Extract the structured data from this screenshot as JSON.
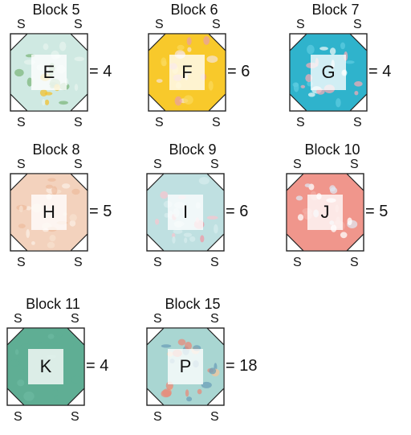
{
  "blocks": [
    {
      "title": "Block 5",
      "label": "E",
      "count": "= 4",
      "corner": "S",
      "colors": [
        "#cfe9e2",
        "#e6f3ee",
        "#f1c232",
        "#7fb77e"
      ]
    },
    {
      "title": "Block 6",
      "label": "F",
      "count": "= 6",
      "corner": "S",
      "colors": [
        "#f8c92b",
        "#fbd85a",
        "#e9a0a0",
        "#f5e2d0"
      ]
    },
    {
      "title": "Block 7",
      "label": "G",
      "count": "= 4",
      "corner": "S",
      "colors": [
        "#2fb3cc",
        "#5ccbe0",
        "#f1a9b5",
        "#e9f6f7"
      ]
    },
    {
      "title": "Block 8",
      "label": "H",
      "count": "= 5",
      "corner": "S",
      "colors": [
        "#f3d2bd",
        "#f7e0cf",
        "#eebc9f",
        "#fbeee4"
      ]
    },
    {
      "title": "Block 9",
      "label": "I",
      "count": "= 6",
      "corner": "S",
      "colors": [
        "#bfe0e1",
        "#d5ecec",
        "#ef9aa6",
        "#f6c7cf"
      ]
    },
    {
      "title": "Block 10",
      "label": "J",
      "count": "= 5",
      "corner": "S",
      "colors": [
        "#f0968c",
        "#f4aca4",
        "#ffffff",
        "#e0e5f0"
      ]
    },
    {
      "title": "Block 11",
      "label": "K",
      "count": "= 4",
      "corner": "S",
      "colors": [
        "#5fae94",
        "#6bb8a0",
        "#5fae94",
        "#5fae94"
      ]
    },
    {
      "title": "Block 15",
      "label": "P",
      "count": "= 18",
      "corner": "S",
      "colors": [
        "#a9d6d2",
        "#f4c49b",
        "#e88b7b",
        "#6c9fb8"
      ]
    }
  ]
}
